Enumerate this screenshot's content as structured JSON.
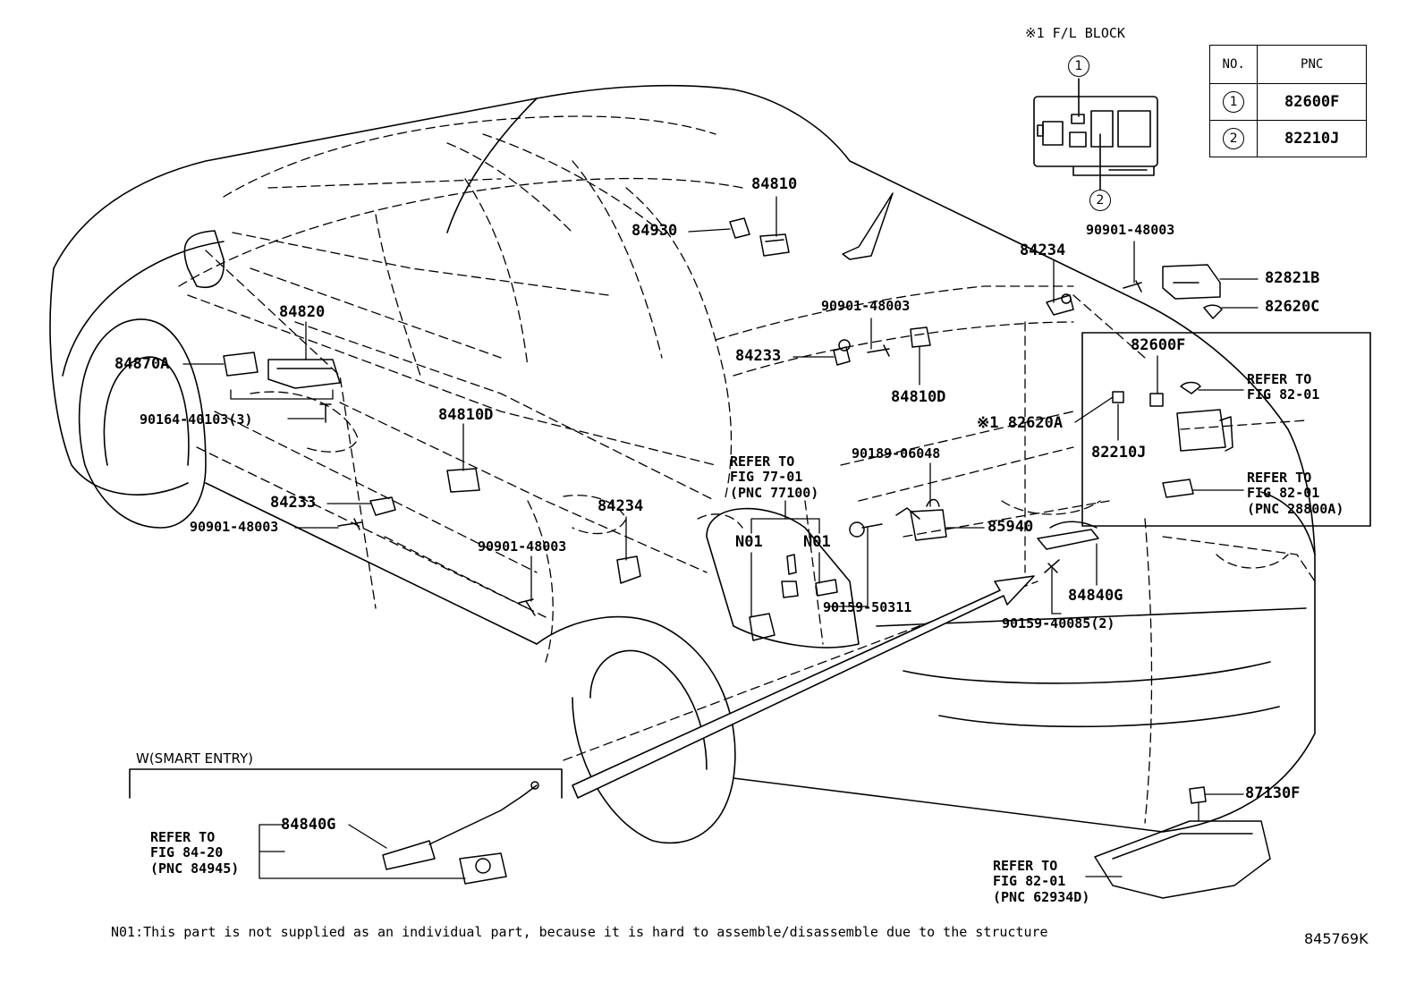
{
  "fl_block": {
    "title": "※1 F/L BLOCK",
    "marker1": "1",
    "marker2": "2"
  },
  "pnc_table": {
    "headers": [
      "NO.",
      "PNC"
    ],
    "rows": [
      {
        "no": "1",
        "pnc": "82600F"
      },
      {
        "no": "2",
        "pnc": "82210J"
      }
    ]
  },
  "labels": {
    "p84810": "84810",
    "p84930": "84930",
    "p84234_top": "84234",
    "p90901_top": "90901-48003",
    "p82821B": "82821B",
    "p82620C": "82620C",
    "p90901_mid": "90901-48003",
    "p84820": "84820",
    "p84870A": "84870A",
    "p84233_mid": "84233",
    "p84810D_right": "84810D",
    "p90164": "90164-40103(3)",
    "p84810D_left": "84810D",
    "p82600F": "82600F",
    "p82620A": "※1 82620A",
    "p82210J": "82210J",
    "p90189": "90189-06048",
    "p84233_left": "84233",
    "p90901_left": "90901-48003",
    "p84234_door": "84234",
    "p90901_door": "90901-48003",
    "pN01_a": "N01",
    "pN01_b": "N01",
    "p85940": "85940",
    "p90159_50311": "90159-50311",
    "p84840G_right": "84840G",
    "p90159_40085": "90159-40085(2)",
    "p87130F": "87130F",
    "p84840G_smart": "84840G"
  },
  "refer_notes": {
    "fig77": "REFER TO\nFIG 77-01\n(PNC 77100)",
    "fig82_a": "REFER TO\nFIG 82-01",
    "fig82_b": "REFER TO\nFIG 82-01\n(PNC 28800A)",
    "fig84": "REFER TO\nFIG 84-20\n(PNC 84945)",
    "fig82_c": "REFER TO\nFIG 82-01\n(PNC 62934D)"
  },
  "smart_entry": {
    "title": "W(SMART ENTRY)"
  },
  "footnote": "N01:This part is not supplied as an individual part, because it is hard to assemble/disassemble due to the structure",
  "diagram_id": "845769K"
}
